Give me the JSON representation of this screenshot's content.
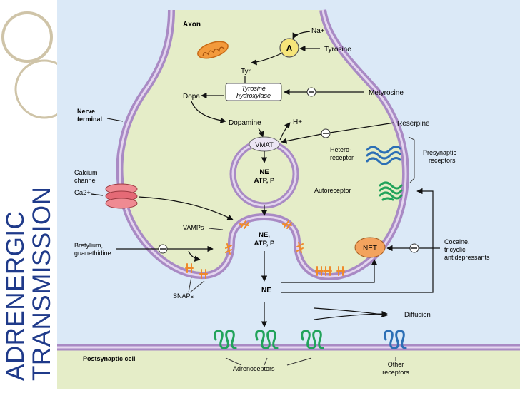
{
  "title": {
    "line1": "ADRENERGIC",
    "line2": "TRANSMISSION"
  },
  "labels": {
    "axon": "Axon",
    "na_plus": "Na+",
    "transporter_a": "A",
    "tyrosine": "Tyrosine",
    "tyr": "Tyr",
    "enzyme_line1": "Tyrosine",
    "enzyme_line2": "hydroxylase",
    "metyrosine": "Metyrosine",
    "dopa": "Dopa",
    "nerve_terminal_line1": "Nerve",
    "nerve_terminal_line2": "terminal",
    "dopamine": "Dopamine",
    "h_plus": "H+",
    "reserpine": "Reserpine",
    "vmat": "VMAT",
    "vesicle_ne": "NE",
    "vesicle_atp": "ATP, P",
    "hetero_line1": "Hetero-",
    "hetero_line2": "receptor",
    "presynaptic_line1": "Presynaptic",
    "presynaptic_line2": "receptors",
    "autoreceptor": "Autoreceptor",
    "calcium_line1": "Calcium",
    "calcium_line2": "channel",
    "ca2": "Ca2+",
    "vamps": "VAMPs",
    "fused_ne": "NE,",
    "fused_atp": "ATP, P",
    "net": "NET",
    "cocaine_line1": "Cocaine,",
    "cocaine_line2": "tricyclic",
    "cocaine_line3": "antidepressants",
    "bretylium_line1": "Bretylium,",
    "bretylium_line2": "guanethidine",
    "snaps": "SNAPs",
    "cleft_ne": "NE",
    "diffusion": "Diffusion",
    "postsynaptic": "Postsynaptic cell",
    "adrenoceptors": "Adrenoceptors",
    "other_line1": "Other",
    "other_line2": "receptors",
    "minus": "−"
  },
  "colors": {
    "background": "#dbe9f7",
    "cytoplasm": "#e5edc8",
    "membrane_outer": "#a98ac4",
    "membrane_inner": "#e4d6ef",
    "transporter": "#f6e57a",
    "net": "#f3a35e",
    "receptor_green": "#21a35a",
    "receptor_blue": "#2c6fb5",
    "snare_orange": "#f08a2a",
    "title": "#1f3a8a"
  }
}
